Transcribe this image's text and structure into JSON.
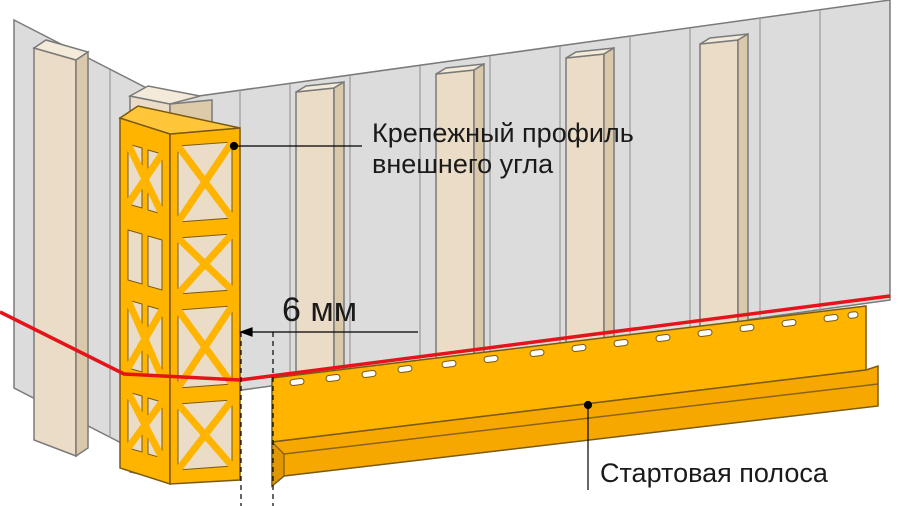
{
  "labels": {
    "corner_profile_line1": "Крепежный профиль",
    "corner_profile_line2": "внешнего угла",
    "gap": "6 мм",
    "starter_strip": "Стартовая полоса"
  },
  "colors": {
    "wall": "#dcdcdc",
    "wall_stroke": "#7a7a7a",
    "batten": "#eadcc6",
    "profile": "#ffb400",
    "profile_stroke": "#7a5a10",
    "level_line": "#e4141a",
    "leader": "#000000"
  }
}
